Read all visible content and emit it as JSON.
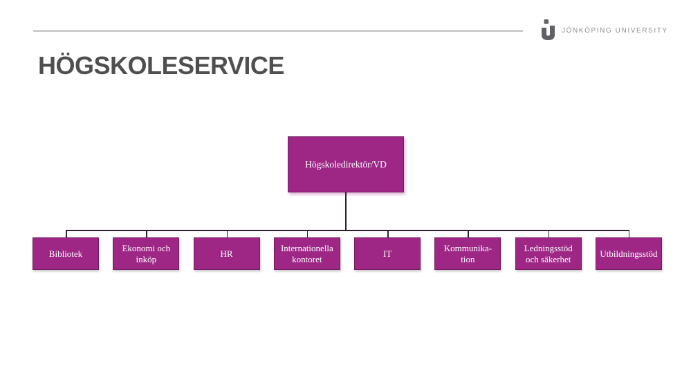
{
  "title": "HÖGSKOLESERVICE",
  "header": {
    "logo_text": "JÖNKÖPING UNIVERSITY",
    "logo_icon": "ju-logo-icon",
    "rule_color": "#9b9b9b",
    "logo_text_color": "#8d8d8d",
    "logo_icon_color": "#606066",
    "title_color": "#4f4f4f"
  },
  "org_chart": {
    "root": {
      "label": "Högskoledirektör/VD"
    },
    "children": [
      {
        "label": "Bibliotek"
      },
      {
        "label": "Ekonomi och inköp"
      },
      {
        "label": "HR"
      },
      {
        "label": "Internationella kontoret"
      },
      {
        "label": "IT"
      },
      {
        "label": "Kommunika- tion"
      },
      {
        "label": "Ledningsstöd och säkerhet"
      },
      {
        "label": "Utbildningsstöd"
      }
    ],
    "colors": {
      "box_fill": "#9e2786",
      "box_border": "#701c5e",
      "connector_line": "#2f1f2d",
      "box_text": "#ffffff"
    }
  }
}
